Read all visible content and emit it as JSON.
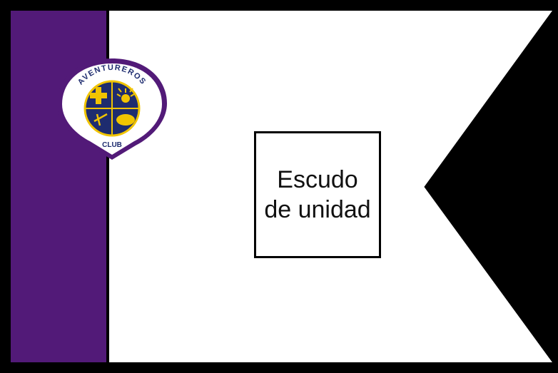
{
  "flag": {
    "colors": {
      "band": "#521a78",
      "field": "#ffffff",
      "outline": "#000000",
      "emblem_gold": "#f1c400",
      "emblem_navy": "#1e2c6f"
    },
    "emblem": {
      "top_text": "AVENTUREROS",
      "bottom_text": "CLUB"
    },
    "unit_box": {
      "line1": "Escudo",
      "line2": "de unidad"
    }
  }
}
